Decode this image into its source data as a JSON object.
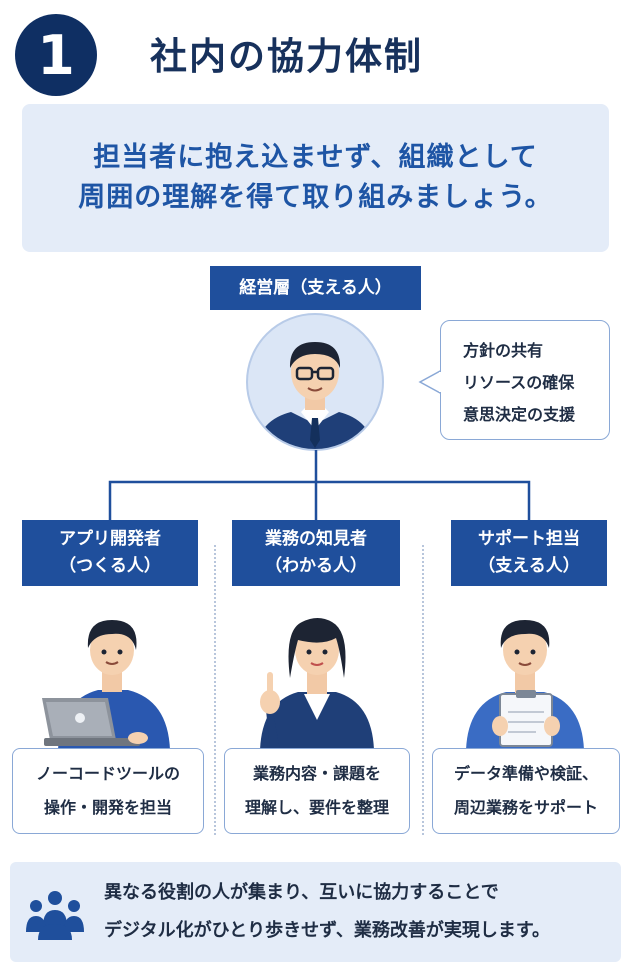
{
  "header": {
    "number": "1",
    "title": "社内の協力体制"
  },
  "banner": {
    "line1": "担当者に抱え込ませず、組織として",
    "line2": "周囲の理解を得て取り組みましょう。"
  },
  "executive": {
    "label": "経営層（支える人）",
    "bubble": [
      "方針の共有",
      "リソースの確保",
      "意思決定の支援"
    ]
  },
  "roles": [
    {
      "title": "アプリ開発者",
      "subtitle": "（つくる人）",
      "desc": [
        "ノーコードツールの",
        "操作・開発を担当"
      ]
    },
    {
      "title": "業務の知見者",
      "subtitle": "（わかる人）",
      "desc": [
        "業務内容・課題を",
        "理解し、要件を整理"
      ]
    },
    {
      "title": "サポート担当",
      "subtitle": "（支える人）",
      "desc": [
        "データ準備や検証、",
        "周辺業務をサポート"
      ]
    }
  ],
  "footer": {
    "icon": "team-icon",
    "line1": "異なる役割の人が集まり、互いに協力することで",
    "line2": "デジタル化がひとり歩きせず、業務改善が実現します。"
  },
  "colors": {
    "navy": "#0f2f63",
    "label_blue": "#1f4f9c",
    "banner_bg": "#e4ecf8",
    "banner_text": "#1e55a5",
    "line": "#1f4f9c"
  }
}
